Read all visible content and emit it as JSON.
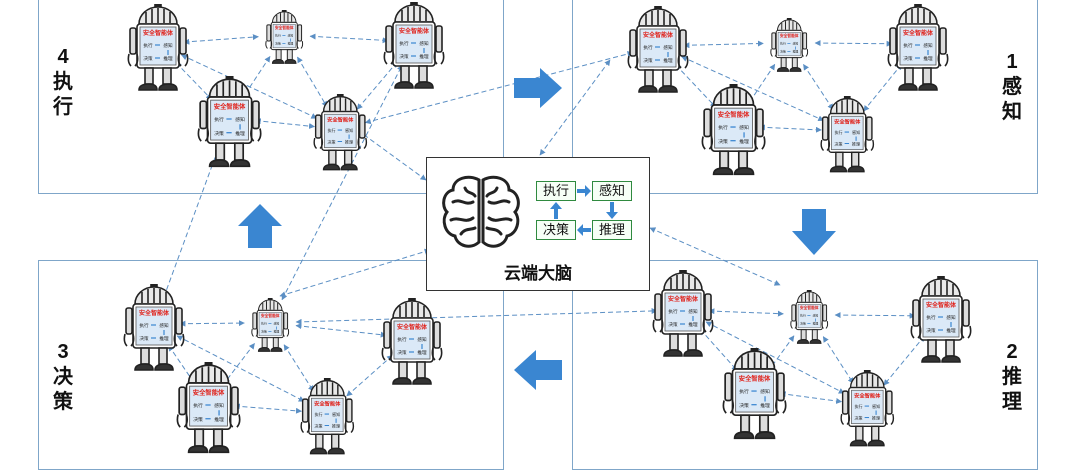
{
  "quadrants": {
    "perceive": {
      "number": "1",
      "line1": "感",
      "line2": "知"
    },
    "reason": {
      "number": "2",
      "line1": "推",
      "line2": "理"
    },
    "decide": {
      "number": "3",
      "line1": "决",
      "line2": "策"
    },
    "execute": {
      "number": "4",
      "line1": "执",
      "line2": "行"
    }
  },
  "cloud_brain": {
    "title": "云端大脑",
    "execute": "执行",
    "perceive": "感知",
    "decide": "决策",
    "reason": "推理"
  },
  "robot_label": {
    "title": "安全智能体",
    "execute": "执行",
    "perceive": "感知",
    "decide": "决策",
    "reason": "推理"
  },
  "colors": {
    "frame": "#7fa6c9",
    "arrow": "#3a86d1",
    "link": "#5b8fc4",
    "box_border": "#2f8a3f",
    "robot_title": "#e0221b"
  }
}
